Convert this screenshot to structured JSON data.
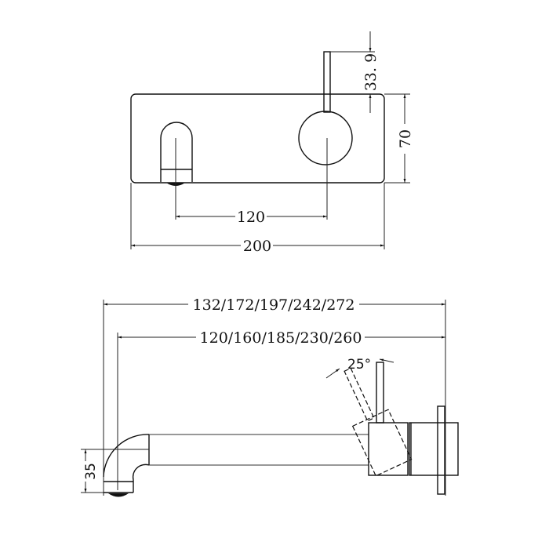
{
  "drawing": {
    "subject": "wall-mounted mixer with spout",
    "front_view": {
      "dimensions": {
        "lever_height": "33. 9",
        "plate_height": "70",
        "spout_to_mixer_center": "120",
        "plate_width": "200"
      }
    },
    "side_view": {
      "dimensions": {
        "overall_length_options": "132/172/197/242/272",
        "spout_length_options": "120/160/185/230/260",
        "lever_angle": "25°",
        "spout_drop": "35"
      }
    },
    "colors": {
      "line": "#111111",
      "background": "#ffffff"
    }
  }
}
